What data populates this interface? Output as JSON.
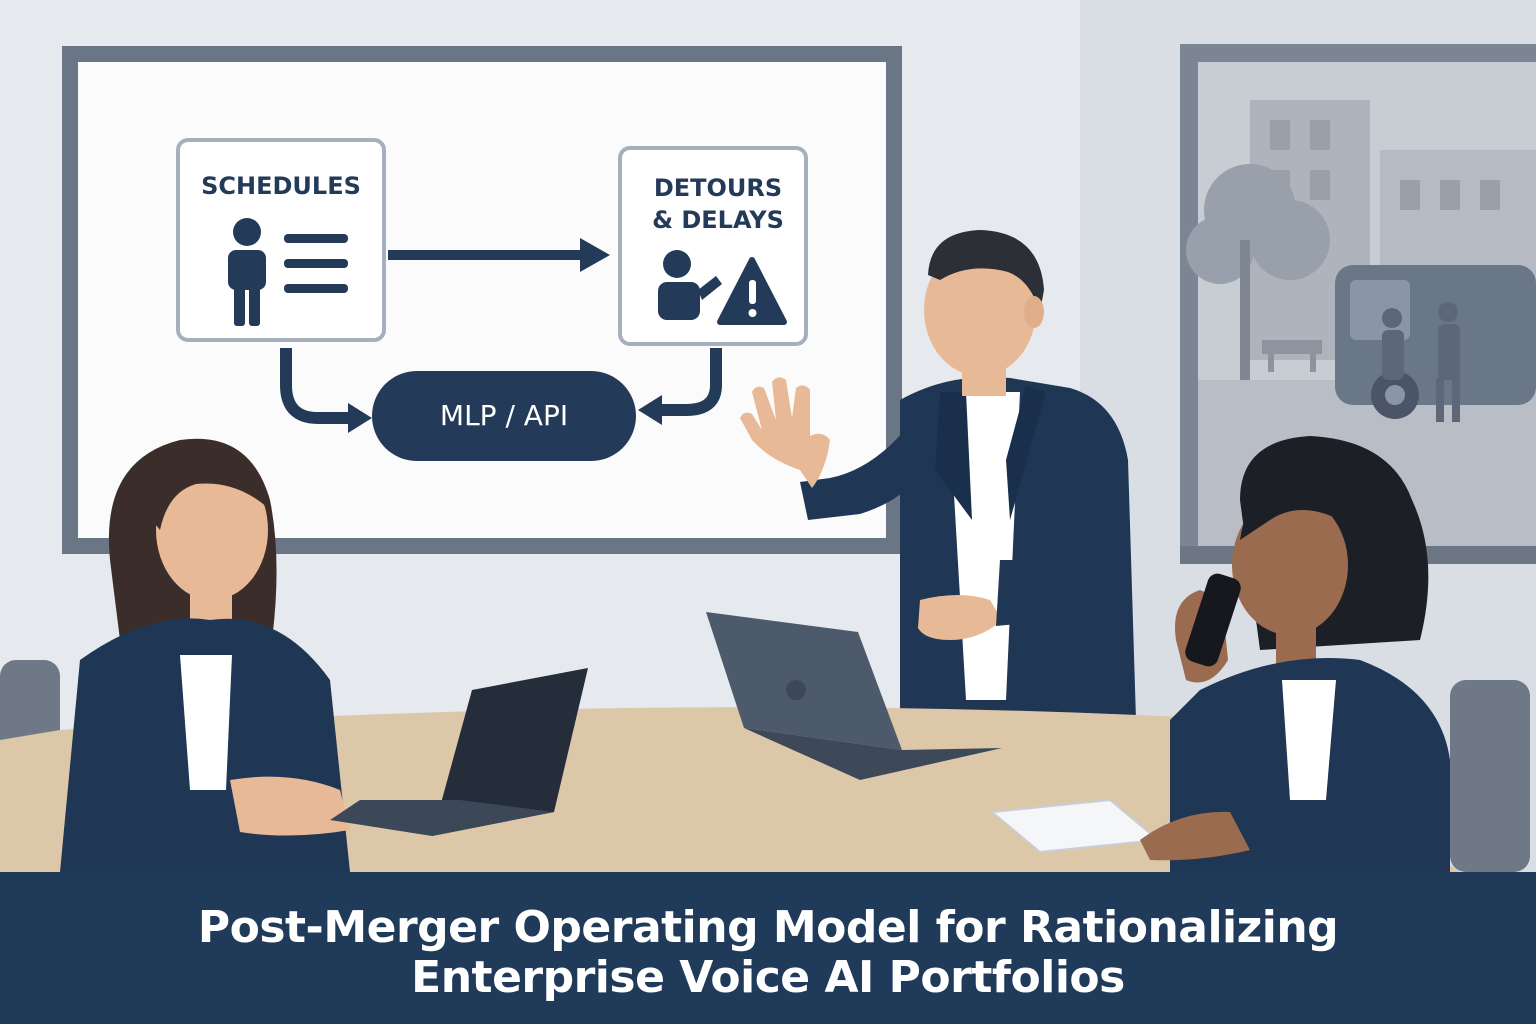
{
  "diagram": {
    "node_schedules": "SCHEDULES",
    "node_detours_line1": "DETOURS",
    "node_detours_line2": "& DELAYS",
    "node_hub": "MLP / API"
  },
  "caption": {
    "line1": "Post-Merger Operating Model for Rationalizing",
    "line2": "Enterprise Voice AI Portfolios"
  },
  "icons": [
    "person-icon",
    "list-icon",
    "warning-icon",
    "laptop-icon",
    "phone-icon",
    "bus-icon",
    "tree-icon"
  ],
  "colors": {
    "navy": "#233a58",
    "suit": "#1f3655",
    "caption_bg": "#203a5a",
    "table": "#dcc7a8",
    "wall": "#e6e9ee"
  }
}
